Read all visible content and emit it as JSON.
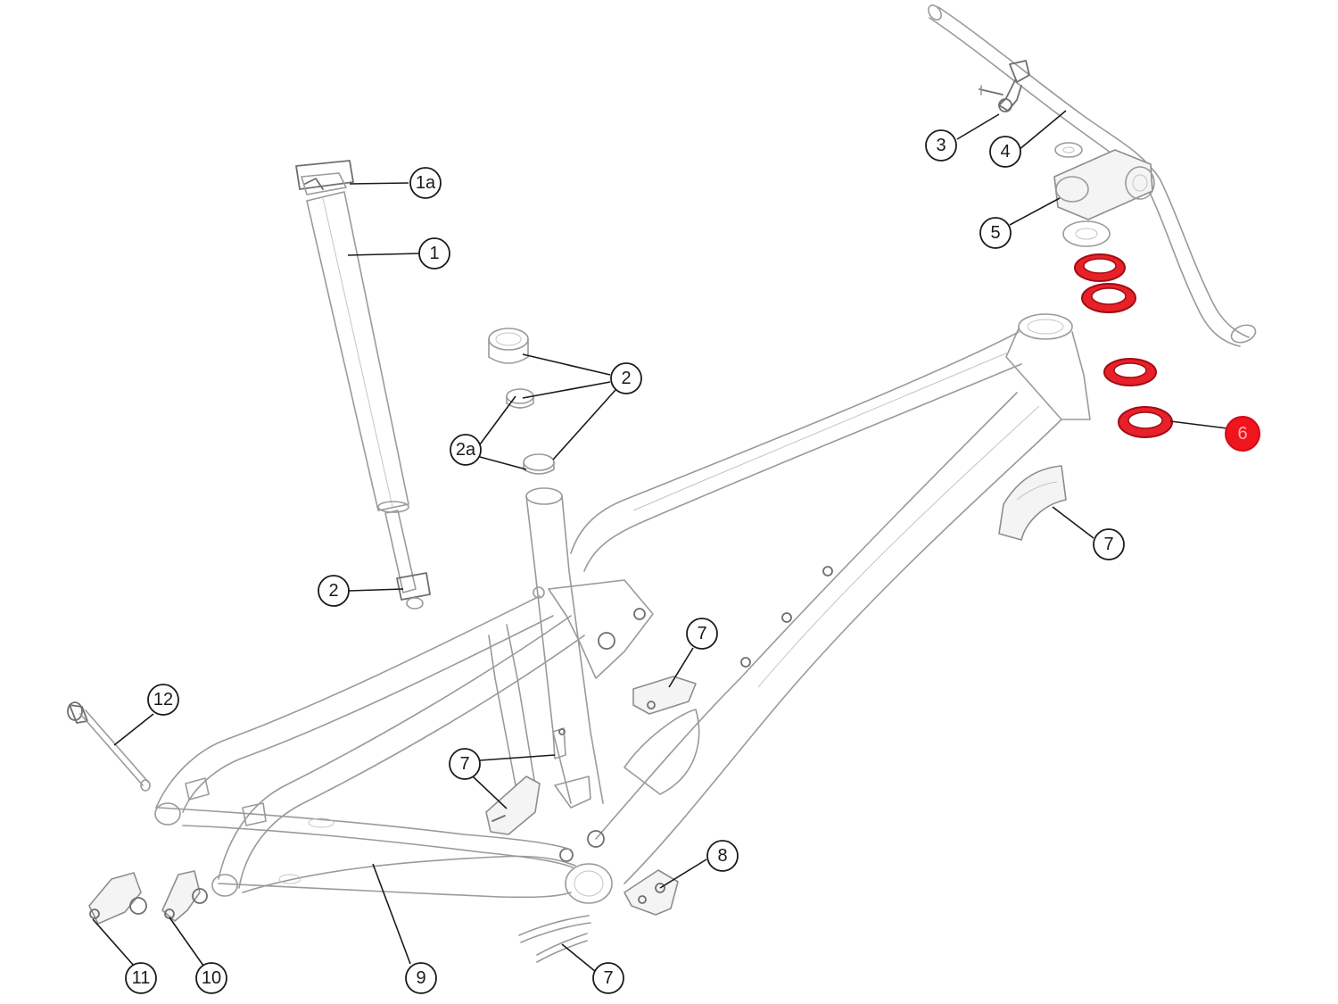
{
  "callouts": {
    "seatpost_clamp": "1a",
    "seatpost": "1",
    "seatpost_lower_clamp": "2",
    "shock_bushing_cup": "2",
    "bushing_small_a": "2a",
    "brake_lever": "3",
    "handlebar": "4",
    "stem": "5",
    "headset": "6",
    "cable_guide_downtube": "7",
    "cable_guide_top": "7",
    "cable_guide_chainstay": "7",
    "cable_guide_lower": "7",
    "chain_guide_mount": "8",
    "chainstay_protector": "9",
    "derailleur_hanger_a": "10",
    "derailleur_hanger_b": "11",
    "rear_axle": "12"
  },
  "colors": {
    "highlight": "#e8202a",
    "line_art": "#9a9a9a",
    "callout_stroke": "#1a1a1a"
  }
}
